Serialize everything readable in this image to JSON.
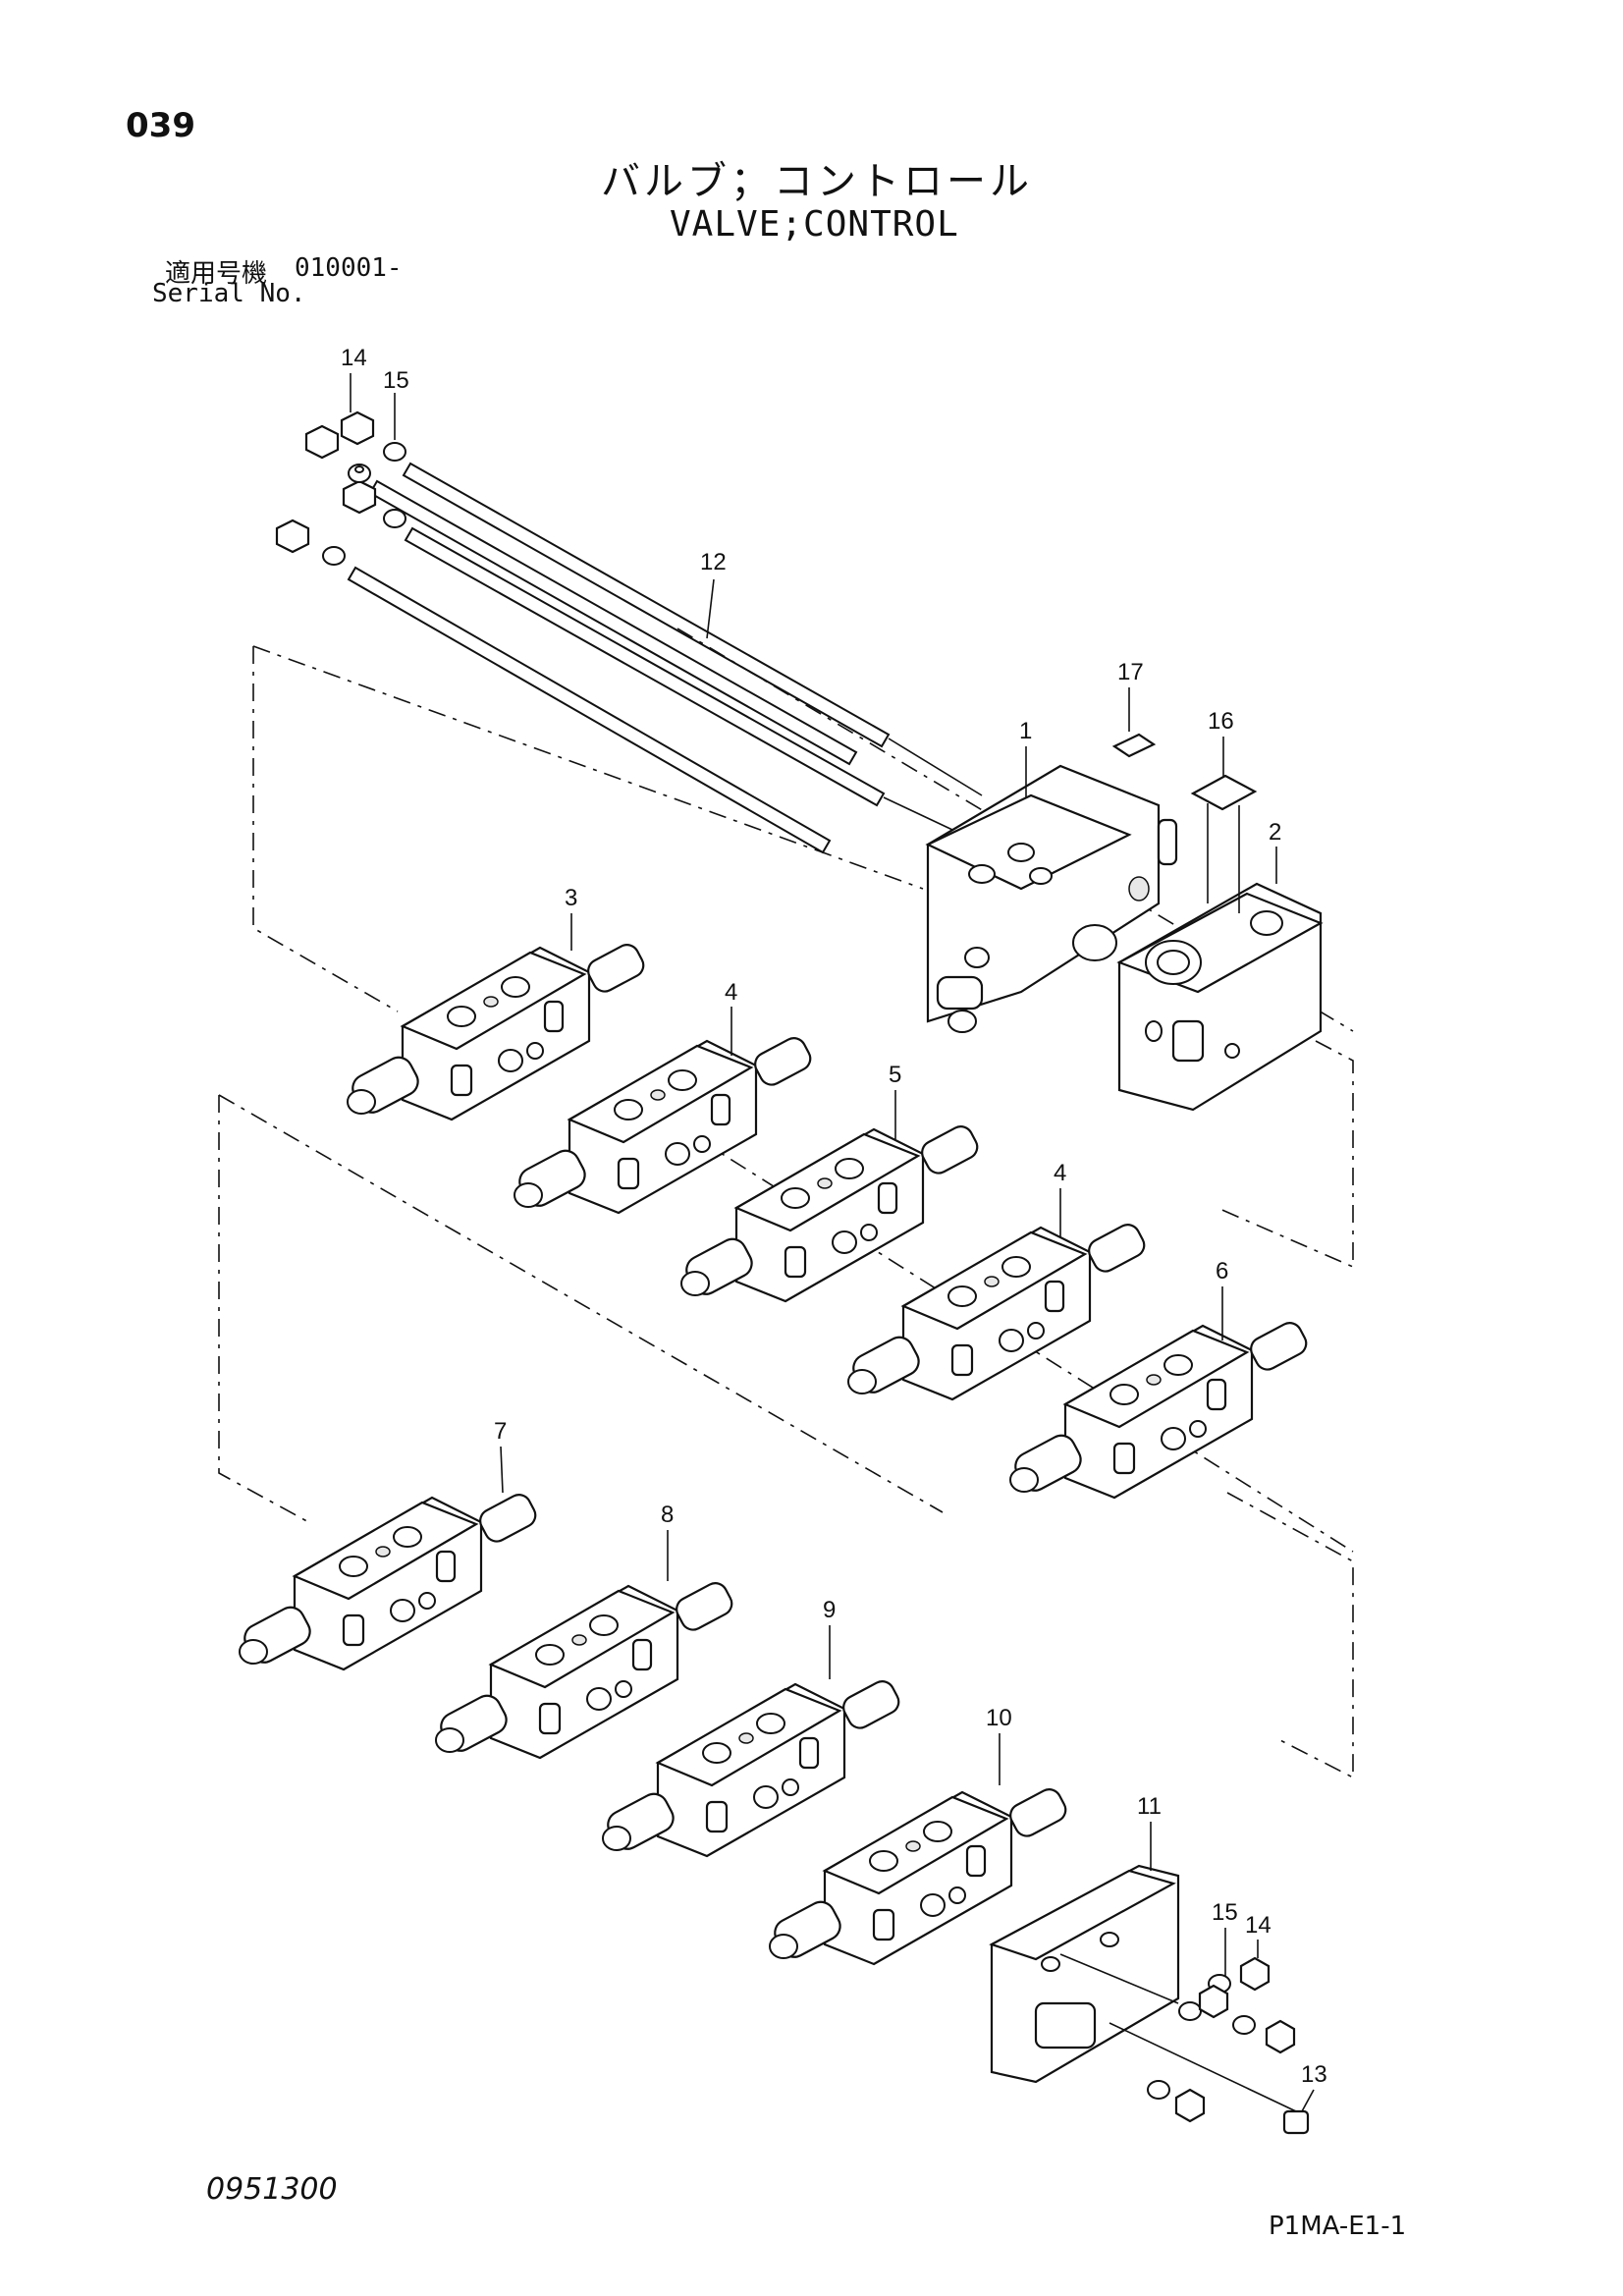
{
  "header": {
    "page_number": "039",
    "title_jp": "バルブ；コントロール",
    "title_en": "VALVE;CONTROL",
    "serial_label_jp": "適用号機",
    "serial_value": "010001-",
    "serial_label_en": "Serial No."
  },
  "footer": {
    "document_number": "0951300",
    "page_code": "P1MA-E1-1"
  },
  "callouts": [
    "14",
    "15",
    "12",
    "17",
    "1",
    "16",
    "2",
    "3",
    "4",
    "5",
    "4",
    "6",
    "7",
    "8",
    "9",
    "10",
    "11",
    "15",
    "14",
    "13"
  ]
}
